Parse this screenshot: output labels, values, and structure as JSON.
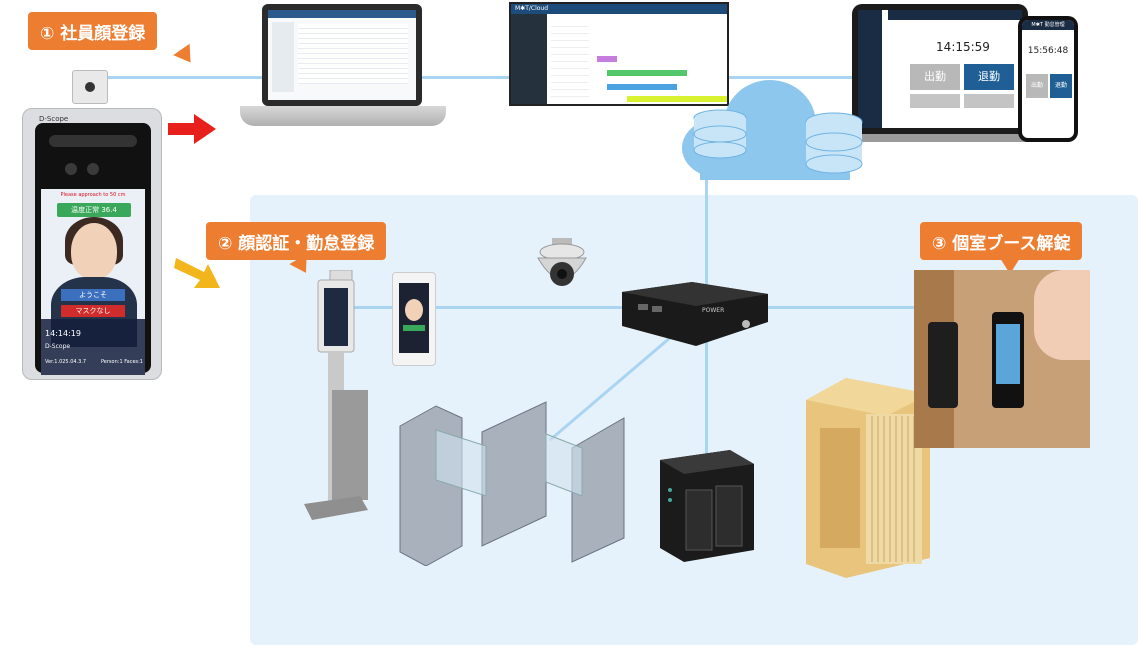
{
  "callouts": {
    "c1": "① 社員顔登録",
    "c2": "② 顔認証・勤怠登録",
    "c3": "③ 個室ブース解錠"
  },
  "terminal": {
    "brand": "D-Scope",
    "message": "Please approach to 50 cm",
    "temperature": "温度正常 36.4",
    "welcome": "ようこそ",
    "mask": "マスクなし",
    "time": "14:14:19",
    "name": "D-Scope",
    "version": "Ver.1.025.04.3.7",
    "person": "Person:1 Faces:1"
  },
  "monitor": {
    "title": "M✱T/Cloud"
  },
  "tablet": {
    "title": "M✱T 勤怠管理",
    "time": "14:15:59",
    "in_label": "出勤",
    "out_label": "退勤"
  },
  "phone": {
    "title": "M✱T 勤怠管理",
    "time": "15:56:48",
    "in_label": "出勤",
    "out_label": "退勤"
  },
  "minipc": {
    "label": "POWER"
  },
  "colors": {
    "callout": "#ed7d31",
    "zone": "#e6f2fb",
    "line": "#a9d4f2",
    "cloud": "#8ec7ee",
    "arrow_red": "#e8201c",
    "arrow_yellow": "#f2b51b",
    "clock_in": "#1f5f96"
  }
}
